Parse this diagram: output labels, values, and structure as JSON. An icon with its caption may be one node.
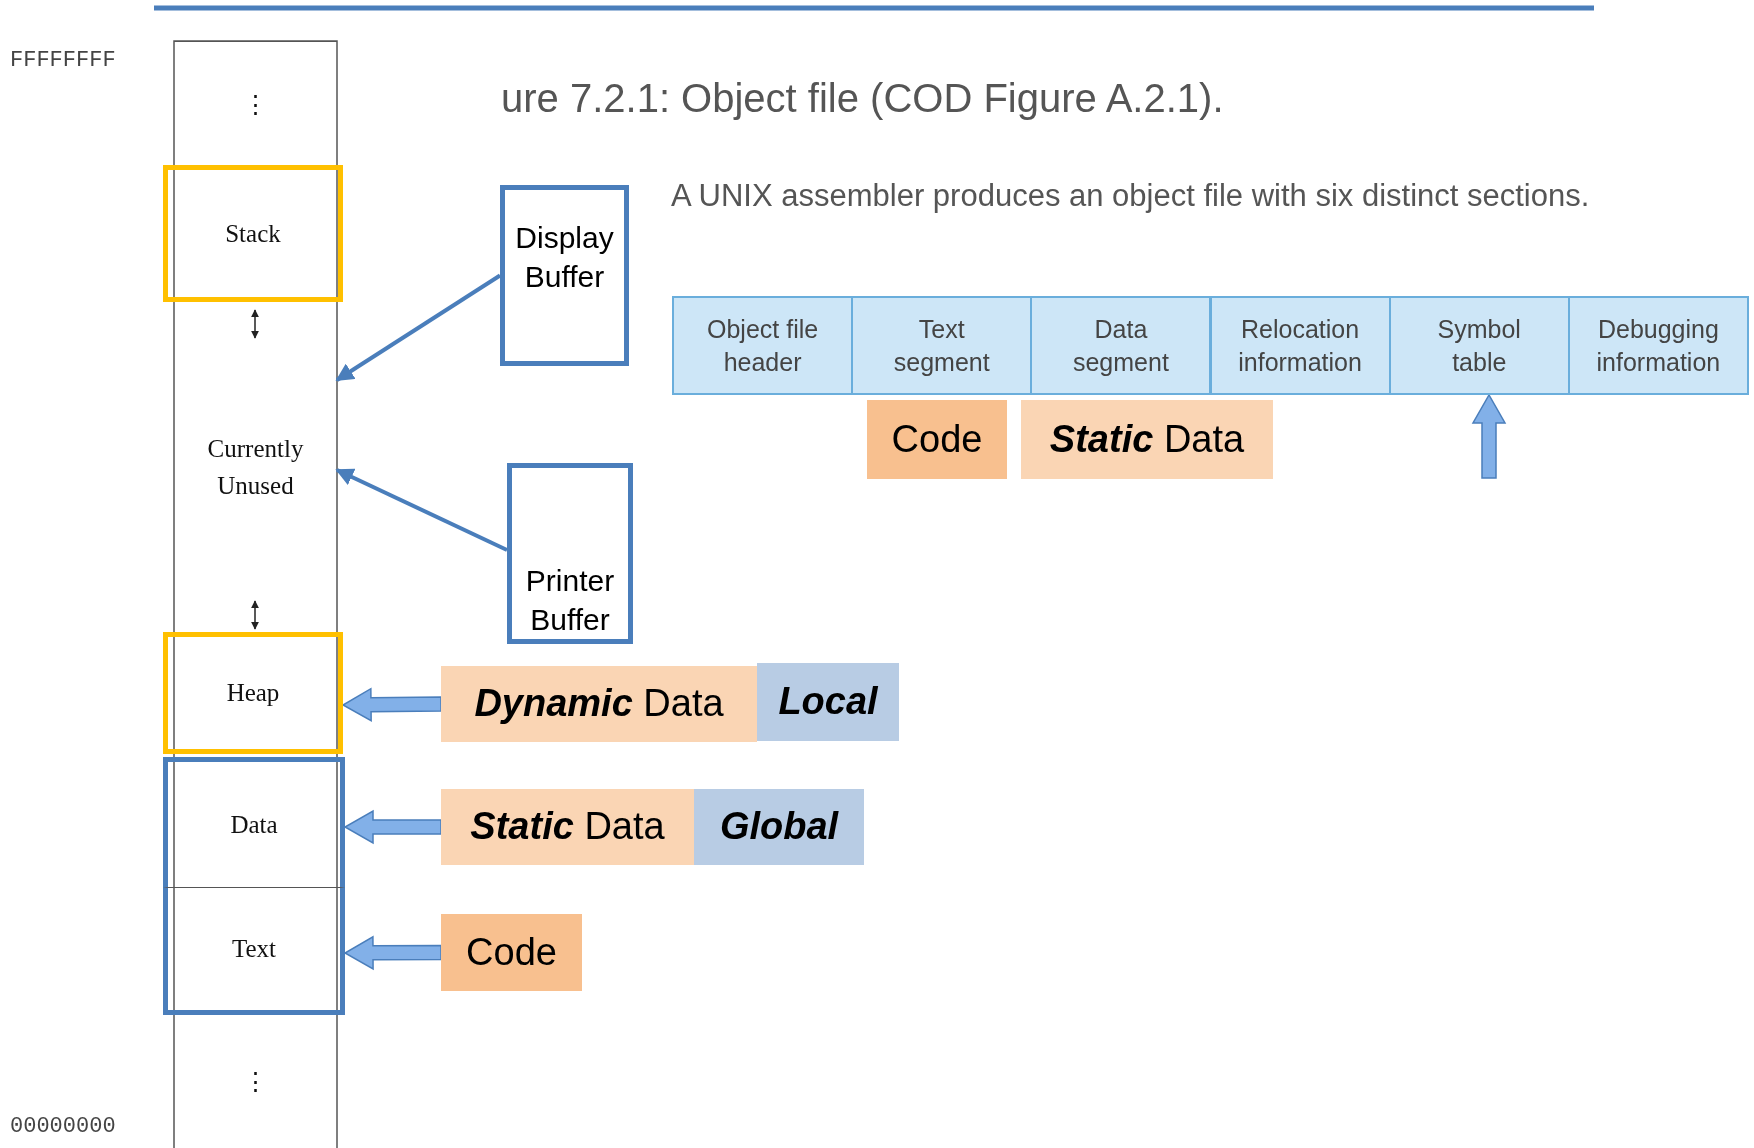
{
  "diagram": {
    "title": "ure 7.2.1: Object file (COD Figure A.2.1).",
    "nodes": [
      {
        "text": [
          "⋮"
        ]
      },
      {
        "text": [
          "Stack"
        ]
      },
      {
        "text": [
          "Currently Unused"
        ]
      },
      {
        "text": [
          "Heap"
        ]
      },
      {
        "text": [
          "Data"
        ]
      },
      {
        "text": [
          "Text"
        ]
      },
      {
        "text": [
          "⋮"
        ]
      },
      {
        "text": [
          "Display Buffer"
        ]
      },
      {
        "text": [
          "Printer Buffer"
        ]
      },
      {
        "text": [
          "Object file header"
        ]
      },
      {
        "text": [
          "Text segment"
        ]
      },
      {
        "text": [
          "Data segment"
        ]
      },
      {
        "text": [
          "Relocation information"
        ]
      },
      {
        "text": [
          "Symbol table"
        ]
      },
      {
        "text": [
          "Debugging information"
        ]
      },
      {
        "text": [
          "Code"
        ]
      },
      {
        "text": [
          "**Static** Data"
        ]
      },
      {
        "text": [
          "**Dynamic** Data"
        ]
      },
      {
        "text": [
          "Local"
        ]
      },
      {
        "text": [
          "**Static** Data"
        ]
      },
      {
        "text": [
          "Global"
        ]
      },
      {
        "text": [
          "Code"
        ]
      }
    ],
    "edges": [
      {
        "from": 7,
        "to": 2,
        "arrow": "to"
      },
      {
        "from": 8,
        "to": 2,
        "arrow": "to"
      },
      {
        "from": null,
        "to": 13,
        "arrow": "to",
        "style": "thick"
      },
      {
        "from": 17,
        "to": 3,
        "arrow": "to",
        "style": "thick"
      },
      {
        "from": 19,
        "to": 4,
        "arrow": "to",
        "style": "thick"
      },
      {
        "from": 21,
        "to": 5,
        "arrow": "to",
        "style": "thick"
      }
    ],
    "labels": [
      "FFFFFFFF",
      "A UNIX assembler produces an object file with six distinct sections.",
      "00000000"
    ]
  }
}
